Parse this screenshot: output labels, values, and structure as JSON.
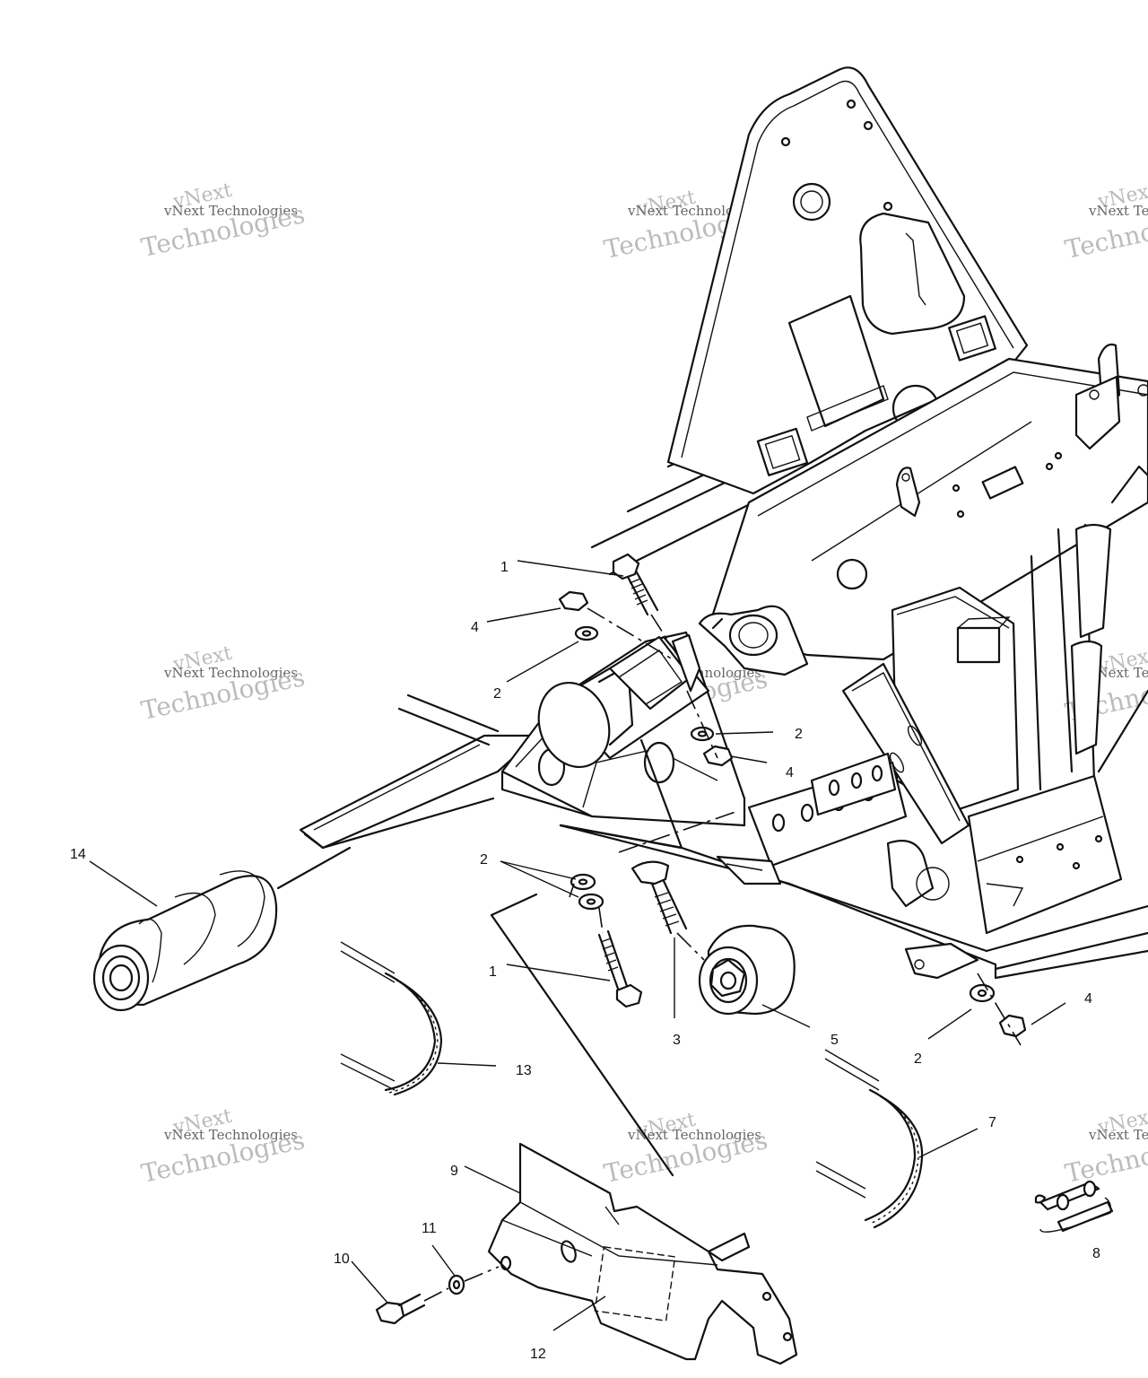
{
  "watermark": {
    "brand": "vNext",
    "line": "vNext Technologies",
    "word": "Technologies"
  },
  "callouts": [
    "1",
    "2",
    "3",
    "4",
    "5",
    "7",
    "8",
    "9",
    "10",
    "11",
    "12",
    "13",
    "14"
  ],
  "colors": {
    "ink": "#111111",
    "paper": "#ffffff",
    "watermark": "#bbbbbb"
  }
}
